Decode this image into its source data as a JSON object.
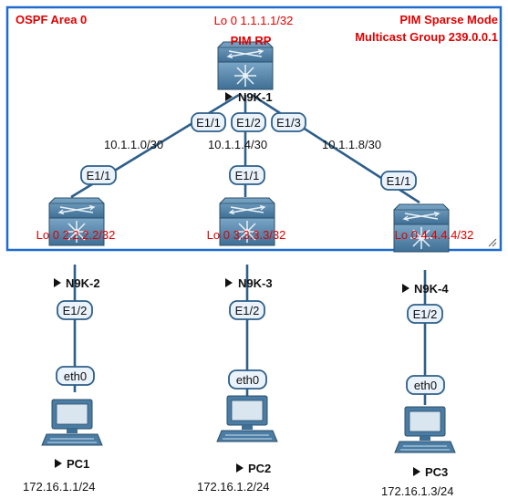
{
  "area": {
    "title": "OSPF Area 0",
    "pim_mode": "PIM Sparse Mode",
    "multicast_group": "Multicast Group 239.0.0.1"
  },
  "colors": {
    "area_border": "#1f6bd0",
    "annotation_text": "#e00000",
    "link": "#2e5f8a",
    "switch_body": "#5b8fb5",
    "port_fill": "#eaf2fb"
  },
  "devices": {
    "n9k1": {
      "name": "N9K-1",
      "loopback": "Lo 0 1.1.1.1/32",
      "role": "PIM RP",
      "icon": "nexus-switch-icon"
    },
    "n9k2": {
      "name": "N9K-2",
      "loopback": "Lo 0 2.2.2.2/32",
      "icon": "nexus-switch-icon"
    },
    "n9k3": {
      "name": "N9K-3",
      "loopback": "Lo 0 3.3.3.3/32",
      "icon": "nexus-switch-icon"
    },
    "n9k4": {
      "name": "N9K-4",
      "loopback": "Lo 0 4.4.4.4/32",
      "icon": "nexus-switch-icon"
    },
    "pc1": {
      "name": "PC1",
      "ip": "172.16.1.1/24",
      "icon": "pc-icon"
    },
    "pc2": {
      "name": "PC2",
      "ip": "172.16.1.2/24",
      "icon": "pc-icon"
    },
    "pc3": {
      "name": "PC3",
      "ip": "172.16.1.3/24",
      "icon": "pc-icon"
    }
  },
  "links": {
    "n9k1_n9k2": {
      "subnet": "10.1.1.0/30",
      "a_port": "E1/1",
      "b_port": "E1/1"
    },
    "n9k1_n9k3": {
      "subnet": "10.1.1.4/30",
      "a_port": "E1/2",
      "b_port": "E1/1"
    },
    "n9k1_n9k4": {
      "subnet": "10.1.1.8/30",
      "a_port": "E1/3",
      "b_port": "E1/1"
    },
    "n9k2_pc1": {
      "a_port": "E1/2",
      "b_port": "eth0"
    },
    "n9k3_pc2": {
      "a_port": "E1/2",
      "b_port": "eth0"
    },
    "n9k4_pc3": {
      "a_port": "E1/2",
      "b_port": "eth0"
    }
  }
}
